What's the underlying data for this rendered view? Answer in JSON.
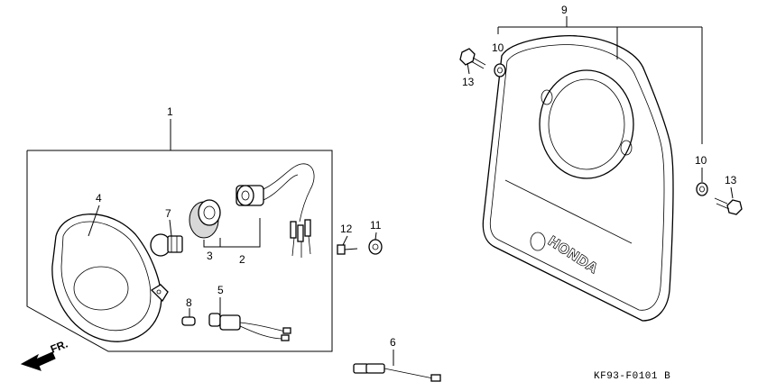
{
  "callouts": {
    "c1": "1",
    "c2": "2",
    "c3": "3",
    "c4": "4",
    "c5": "5",
    "c6": "6",
    "c7": "7",
    "c8": "8",
    "c9": "9",
    "c10a": "10",
    "c10b": "10",
    "c11": "11",
    "c12": "12",
    "c13a": "13",
    "c13b": "13"
  },
  "brand_mark": "HONDA",
  "front_arrow": "FR.",
  "diagram_code": "KF93-F0101 B"
}
